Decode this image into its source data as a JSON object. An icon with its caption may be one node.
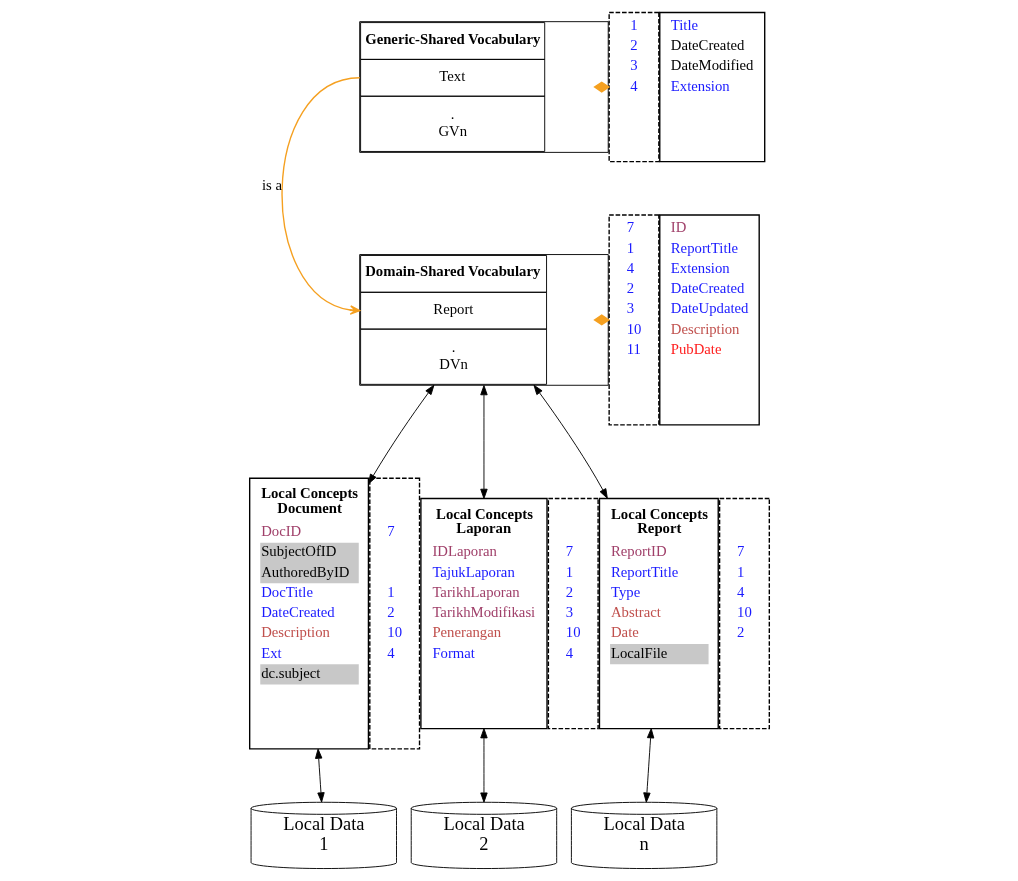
{
  "diagram": {
    "nodes": [
      {
        "text": [
          "Generic-Shared Vocabulary",
          "Text",
          ". GVn"
        ]
      },
      {
        "text": [
          "1",
          "2",
          "3",
          "4"
        ]
      },
      {
        "text": [
          "Title",
          "DateCreated",
          "DateModified",
          "Extension"
        ]
      },
      {
        "text": [
          "Domain-Shared Vocabulary",
          "Report",
          ". DVn"
        ]
      },
      {
        "text": [
          "7",
          "1",
          "4",
          "2",
          "3",
          "10",
          "11"
        ]
      },
      {
        "text": [
          "ID",
          "ReportTitle",
          "Extension",
          "DateCreated",
          "DateUpdated",
          "Description",
          "PubDate"
        ]
      },
      {
        "text": [
          "Local Concepts Document",
          "DocID",
          "SubjectOfID",
          "AuthoredByID",
          "DocTitle",
          "DateCreated",
          "Description",
          "Ext",
          "dc.subject"
        ]
      },
      {
        "text": [
          "7",
          "1",
          "2",
          "10",
          "4"
        ]
      },
      {
        "text": [
          "Local Concepts Laporan",
          "IDLaporan",
          "TajukLaporan",
          "TarikhLaporan",
          "TarikhModifikasi",
          "Penerangan",
          "Format"
        ]
      },
      {
        "text": [
          "7",
          "1",
          "2",
          "3",
          "10",
          "4"
        ]
      },
      {
        "text": [
          "Local Concepts Report",
          "ReportID",
          "ReportTitle",
          "Type",
          "Abstract",
          "Date",
          "LocalFile"
        ]
      },
      {
        "text": [
          "7",
          "1",
          "4",
          "10",
          "2"
        ]
      },
      {
        "text": [
          "Local Data 1"
        ]
      },
      {
        "text": [
          "Local Data 2"
        ]
      },
      {
        "text": [
          "Local Data n"
        ]
      }
    ],
    "edges": [
      {
        "from": 0,
        "to": 3,
        "arrow": "to",
        "label": "is a",
        "color": "#f5a020"
      },
      {
        "from": 0,
        "to": 1,
        "arrow": "other",
        "color": "#f5a020"
      },
      {
        "from": 3,
        "to": 4,
        "arrow": "other",
        "color": "#f5a020"
      },
      {
        "from": 3,
        "to": 6,
        "arrow": "both"
      },
      {
        "from": 3,
        "to": 8,
        "arrow": "both"
      },
      {
        "from": 3,
        "to": 10,
        "arrow": "both"
      },
      {
        "from": 6,
        "to": 12,
        "arrow": "both"
      },
      {
        "from": 8,
        "to": 13,
        "arrow": "both"
      },
      {
        "from": 10,
        "to": 14,
        "arrow": "both"
      }
    ]
  }
}
